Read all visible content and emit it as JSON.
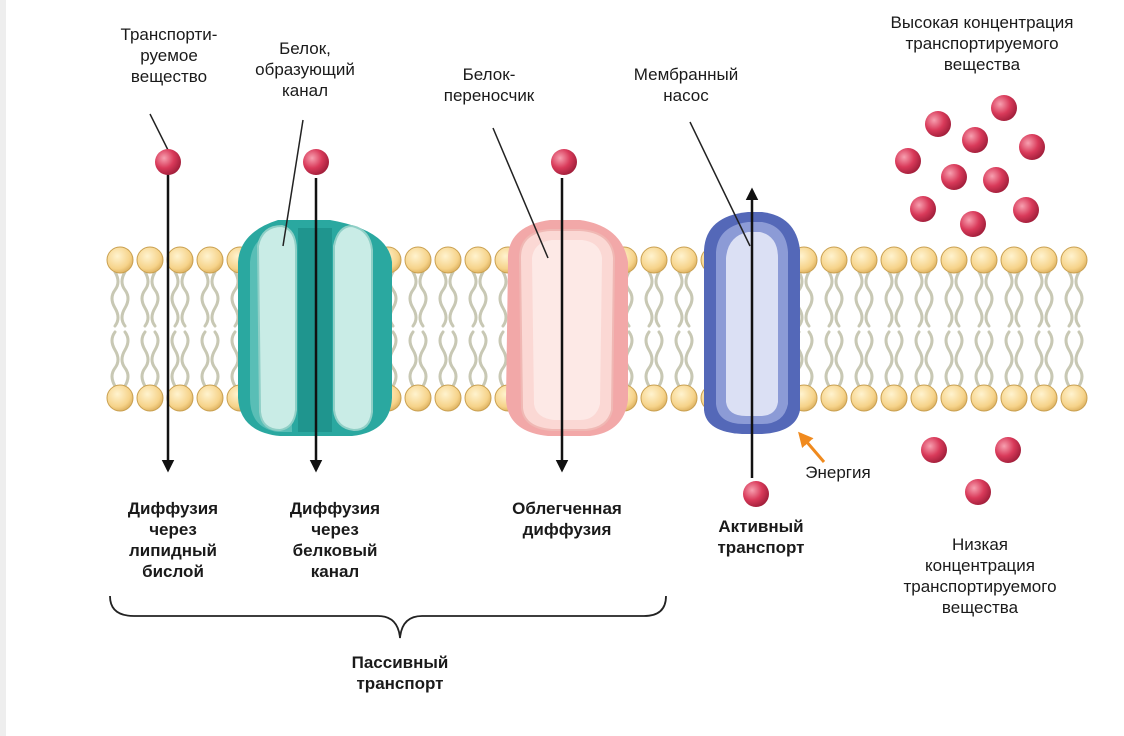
{
  "labels": {
    "transported_substance": [
      "Транспорти-",
      "руемое",
      "вещество"
    ],
    "channel_protein": [
      "Белок,",
      "образующий",
      "канал"
    ],
    "carrier_protein": [
      "Белок-",
      "переносчик"
    ],
    "membrane_pump": [
      "Мембранный",
      "насос"
    ],
    "high_concentration": [
      "Высокая концентрация",
      "транспортируемого",
      "вещества"
    ],
    "energy": "Энергия",
    "low_concentration": [
      "Низкая",
      "концентрация",
      "транспортируемого",
      "вещества"
    ],
    "lipid_diffusion": [
      "Диффузия",
      "через",
      "липидный",
      "бислой"
    ],
    "channel_diffusion": [
      "Диффузия",
      "через",
      "белковый",
      "канал"
    ],
    "facilitated_diffusion": [
      "Облегченная",
      "диффузия"
    ],
    "active_transport": [
      "Активный",
      "транспорт"
    ],
    "passive_transport": [
      "Пассивный",
      "транспорт"
    ]
  },
  "colors": {
    "lipid_head": "#f6d38a",
    "lipid_head_stroke": "#c9a050",
    "molecule": "#d93a5a",
    "channel_protein": "#2aa8a0",
    "carrier_protein": "#f2a8a8",
    "pump_protein": "#5468b8",
    "energy_arrow": "#f08a1e"
  }
}
